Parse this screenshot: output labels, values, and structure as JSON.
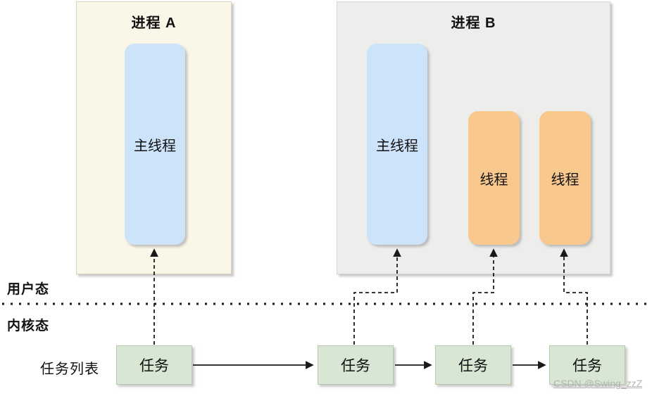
{
  "diagram_title": "processes-threads-kernel-tasks",
  "processes": {
    "a": {
      "title": "进程 A",
      "threads": [
        {
          "label": "主线程",
          "type": "main"
        }
      ]
    },
    "b": {
      "title": "进程 B",
      "threads": [
        {
          "label": "主线程",
          "type": "main"
        },
        {
          "label": "线程",
          "type": "sub"
        },
        {
          "label": "线程",
          "type": "sub"
        }
      ]
    }
  },
  "modes": {
    "user": "用户态",
    "kernel": "内核态"
  },
  "task_list": {
    "label": "任务列表",
    "tasks": [
      "任务",
      "任务",
      "任务",
      "任务"
    ]
  },
  "watermark": {
    "text": "CSDN @Swing_zzZ"
  },
  "colors": {
    "canvas-bg": "#ffffff",
    "process-a-bg": "#faf6e8",
    "process-a-border": "#d8d3c2",
    "process-b-bg": "#ededec",
    "process-b-border": "#d6d6d6",
    "main-thread-bg": "#cce3f9",
    "thread-bg": "#f9c88c",
    "task-bg": "#d8e7d3",
    "task-border": "#b7c8b1",
    "text": "#111111",
    "line": "#1a1a1a",
    "watermark": "#b3b3b3"
  }
}
